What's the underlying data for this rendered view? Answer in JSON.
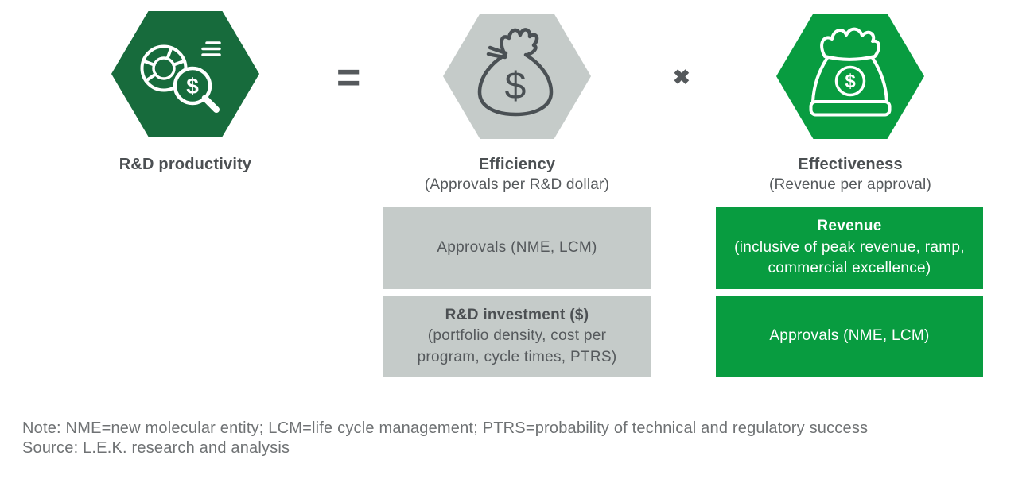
{
  "palette": {
    "dark_green": "#176B3C",
    "lek_green": "#089C40",
    "light_gray": "#C5CBC9",
    "icon_gray": "#4A5054",
    "text_dark": "#4C5053",
    "text_gray": "#55595C",
    "note_gray": "#6F7274",
    "background": "#FFFFFF"
  },
  "icons": {
    "result_icon": "donut-chart-magnifier-dollar-icon",
    "efficiency_icon": "money-bag-dollar-icon",
    "effectiveness_icon": "money-sack-dollar-icon",
    "dollar_glyph": "$"
  },
  "equation": {
    "result": {
      "label": "R&D productivity"
    },
    "operators": {
      "equals": "=",
      "times": "✖"
    },
    "efficiency": {
      "label": "Efficiency",
      "sublabel": "(Approvals per R&D dollar)",
      "boxes": [
        {
          "title": "",
          "body": "Approvals (NME, LCM)"
        },
        {
          "title": "R&D investment ($)",
          "body": "(portfolio density, cost per program, cycle times, PTRS)"
        }
      ]
    },
    "effectiveness": {
      "label": "Effectiveness",
      "sublabel": "(Revenue per approval)",
      "boxes": [
        {
          "title": "Revenue",
          "body": "(inclusive of peak revenue, ramp, commercial excellence)"
        },
        {
          "title": "",
          "body": "Approvals (NME, LCM)"
        }
      ]
    }
  },
  "footer": {
    "note": "Note: NME=new molecular entity; LCM=life cycle management; PTRS=probability of technical and regulatory success",
    "source": "Source: L.E.K. research and analysis"
  }
}
